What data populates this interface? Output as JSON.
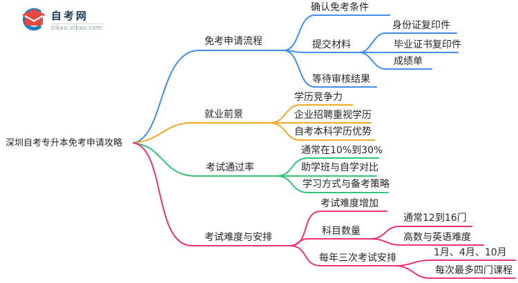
{
  "logo": {
    "title": "自考网",
    "subtitle": "zikao-zikao.com"
  },
  "colors": {
    "blue": "#3d8df2",
    "orange": "#f5a623",
    "green": "#2ec573",
    "pink": "#f0316f"
  },
  "root": {
    "label": "深圳自考专升本免考申请攻略"
  },
  "branches": [
    {
      "label": "免考申请流程",
      "color": "blue",
      "children": [
        {
          "label": "确认免考条件"
        },
        {
          "label": "提交材料",
          "children": [
            {
              "label": "身份证复印件"
            },
            {
              "label": "毕业证书复印件"
            },
            {
              "label": "成绩单"
            }
          ]
        },
        {
          "label": "等待审核结果"
        }
      ]
    },
    {
      "label": "就业前景",
      "color": "orange",
      "children": [
        {
          "label": "学历竞争力"
        },
        {
          "label": "企业招聘重视学历"
        },
        {
          "label": "自考本科学历优势"
        }
      ]
    },
    {
      "label": "考试通过率",
      "color": "green",
      "children": [
        {
          "label": "通常在10%到30%"
        },
        {
          "label": "助学班与自学对比"
        },
        {
          "label": "学习方式与备考策略"
        }
      ]
    },
    {
      "label": "考试难度与安排",
      "color": "pink",
      "children": [
        {
          "label": "考试难度增加"
        },
        {
          "label": "科目数量",
          "children": [
            {
              "label": "通常12到16门"
            },
            {
              "label": "高数与英语难度"
            }
          ]
        },
        {
          "label": "每年三次考试安排",
          "children": [
            {
              "label": "1月、4月、10月"
            },
            {
              "label": "每次最多四门课程"
            }
          ]
        }
      ]
    }
  ]
}
